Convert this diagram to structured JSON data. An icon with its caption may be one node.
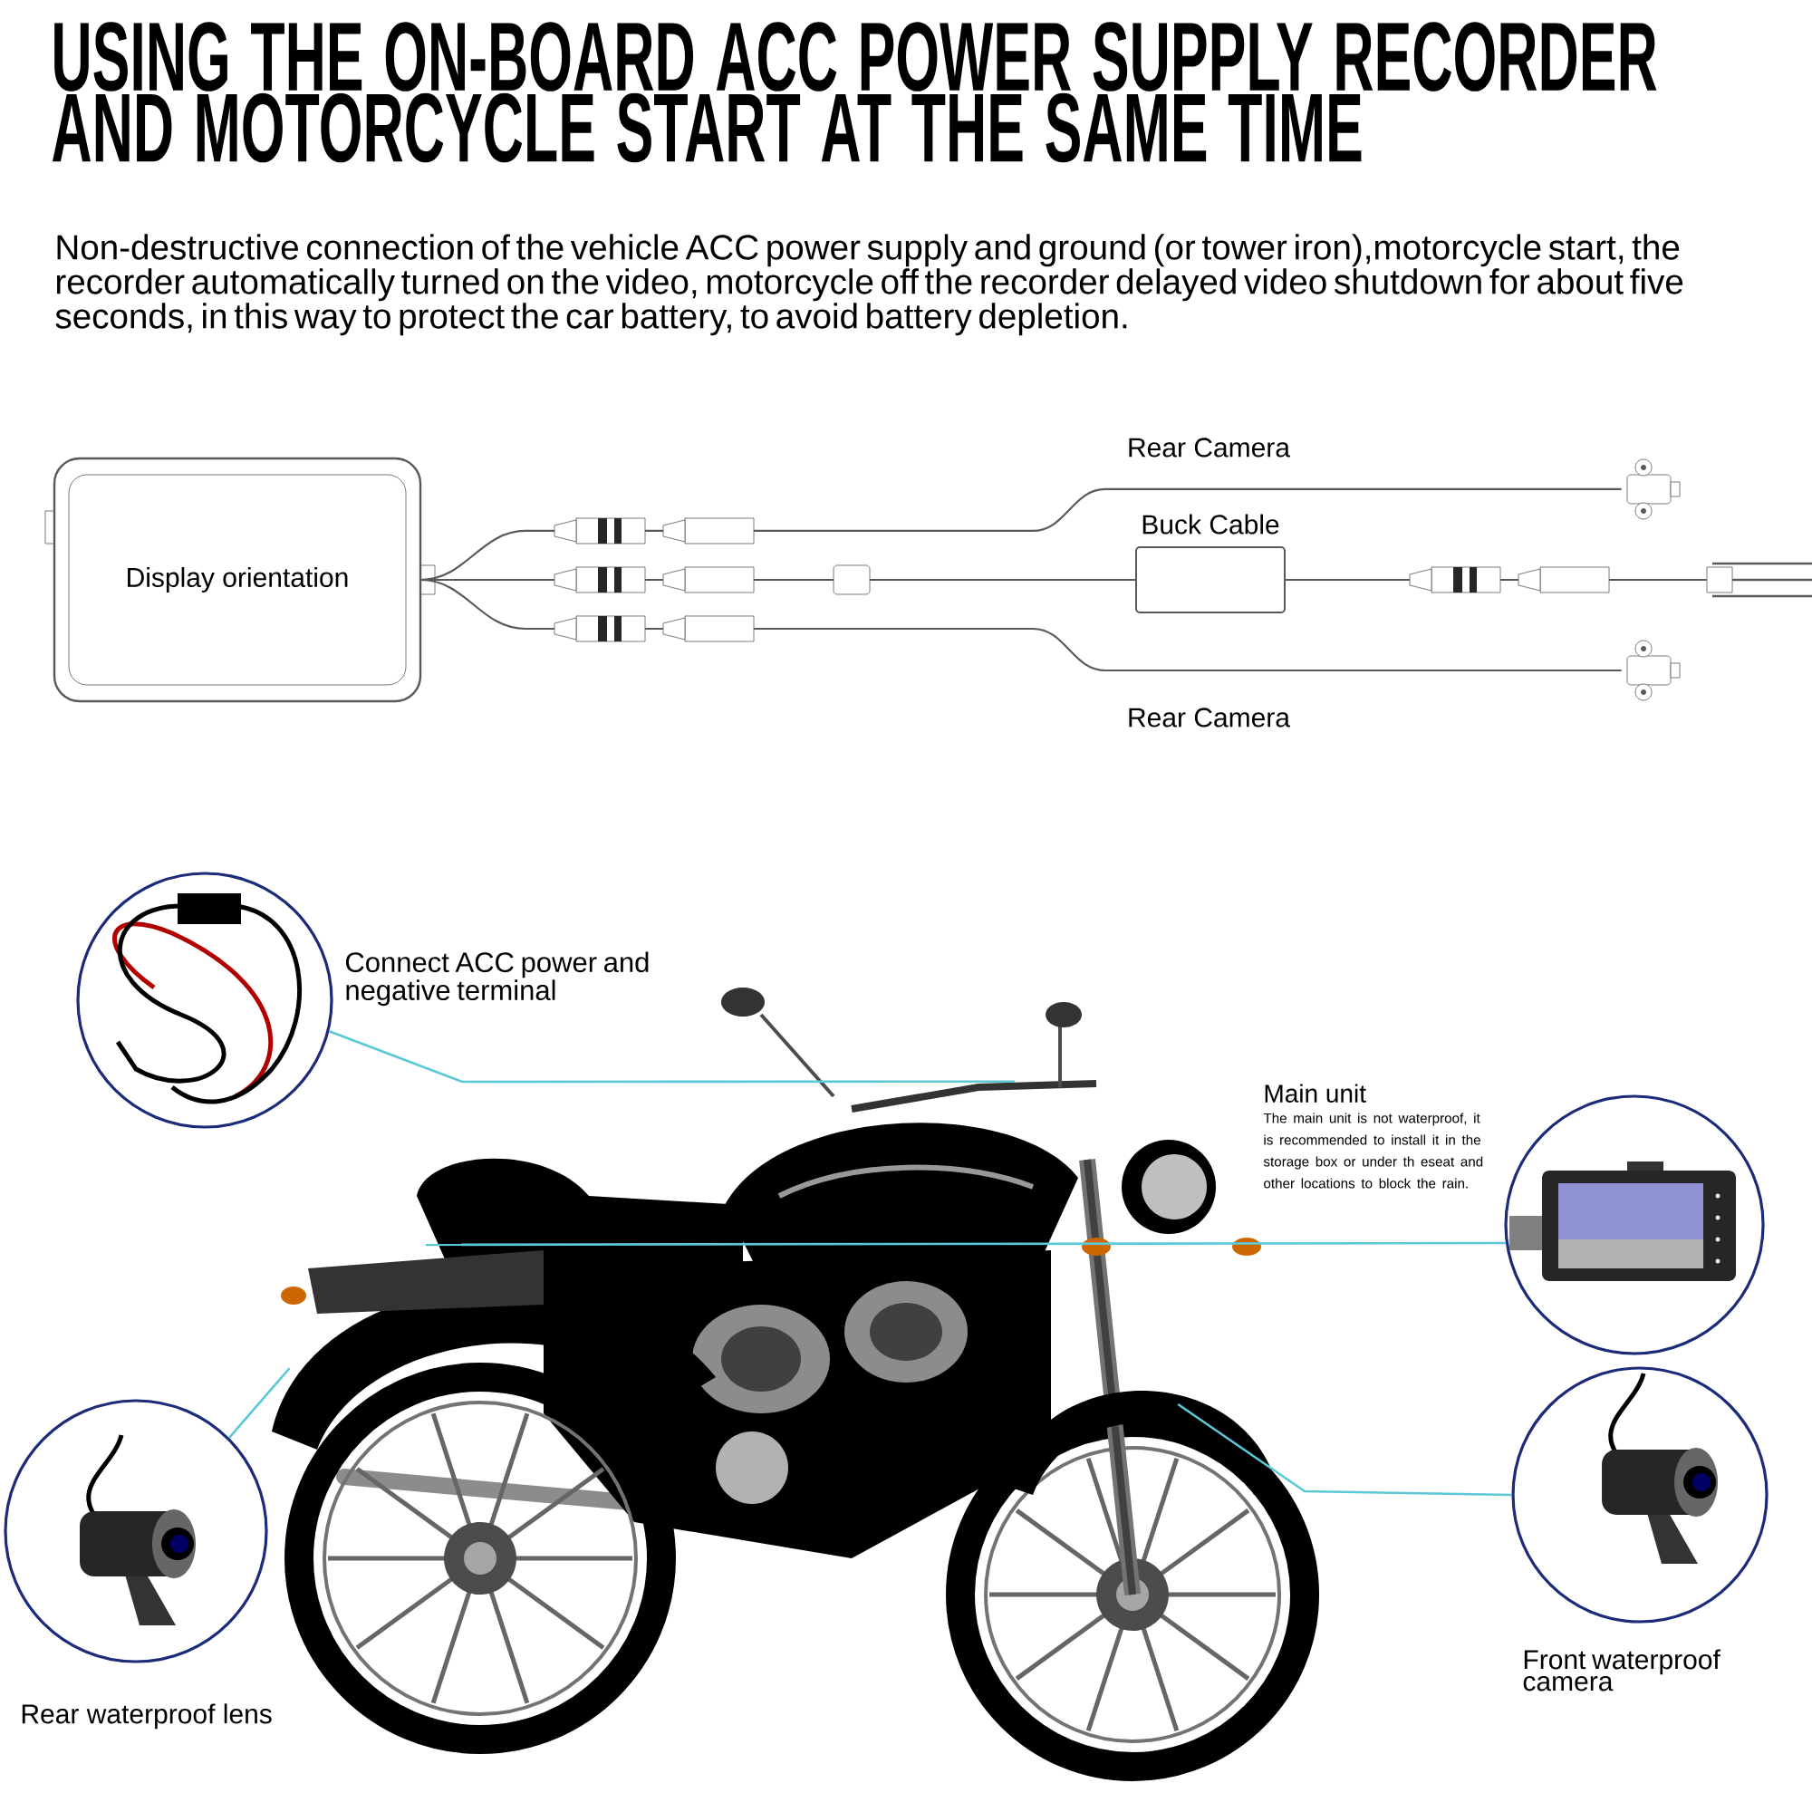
{
  "diagram": {
    "title": "USING THE ON-BOARD ACC POWER SUPPLY RECORDER AND MOTORCYCLE START AT THE SAME TIME",
    "caption": "Non-destructive connection of the vehicle ACC power supply and ground (or tower iron),motorcycle start, the recorder automatically turned on the video, motorcycle off the recorder delayed video shutdown for about five seconds, in this way to protect the car battery, to avoid battery depletion.",
    "nodes": [
      {
        "text": [
          "Display orientation"
        ]
      },
      {
        "text": [
          "Buck Cable"
        ]
      },
      {
        "text": [],
        "shape": "picture"
      },
      {
        "text": [],
        "shape": "picture"
      },
      {
        "text": [],
        "shape": "box"
      },
      {
        "text": [],
        "shape": "picture"
      },
      {
        "text": [],
        "shape": "circle",
        "beside": [
          "Connect ACC power and negative terminal"
        ]
      },
      {
        "text": [],
        "shape": "circle"
      },
      {
        "text": [],
        "shape": "circle"
      },
      {
        "text": [],
        "shape": "circle",
        "beside": [
          "Front waterproof camera"
        ]
      }
    ],
    "edges": [
      {
        "from": 0,
        "to": 2,
        "arrow": "none",
        "label": "Rear Camera"
      },
      {
        "from": 0,
        "to": 1,
        "arrow": "none"
      },
      {
        "from": 1,
        "to": 4,
        "arrow": "none"
      },
      {
        "from": 0,
        "to": 3,
        "arrow": "none",
        "label": "Rear Camera"
      },
      {
        "from": 6,
        "to": 5,
        "arrow": "none",
        "color": "#5bc8d8"
      },
      {
        "from": 7,
        "to": 5,
        "arrow": "none",
        "color": "#5bc8d8"
      },
      {
        "from": 8,
        "to": 5,
        "arrow": "none",
        "color": "#5bc8d8"
      },
      {
        "from": 9,
        "to": 5,
        "arrow": "none",
        "color": "#5bc8d8"
      }
    ],
    "labels": [
      "Main unit",
      "The main unit is not waterproof, it is recommended to install it in the storage box or under th eseat and other locations to block the rain.",
      "Rear waterproof lens"
    ]
  }
}
